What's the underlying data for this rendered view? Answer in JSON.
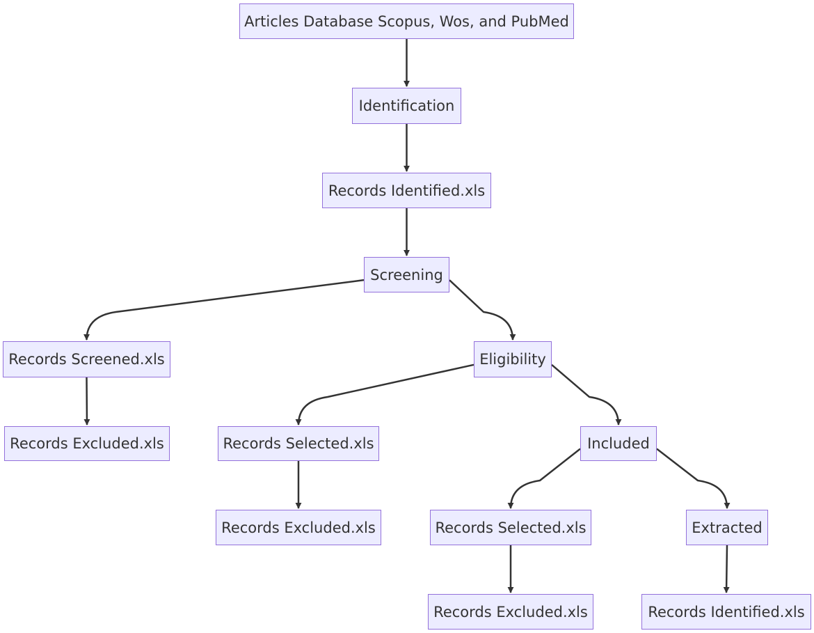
{
  "colors": {
    "node_fill": "#ececff",
    "node_border": "#9370db",
    "text": "#333333",
    "edge": "#333333"
  },
  "nodes": {
    "articles": "Articles Database Scopus, Wos, and PubMed",
    "identification": "Identification",
    "records_identified_1": "Records Identified.xls",
    "screening": "Screening",
    "records_screened": "Records Screened.xls",
    "eligibility": "Eligibility",
    "records_excluded_1": "Records Excluded.xls",
    "records_selected_1": "Records Selected.xls",
    "included": "Included",
    "records_excluded_2": "Records Excluded.xls",
    "records_selected_2": "Records Selected.xls",
    "extracted": "Extracted",
    "records_excluded_3": "Records Excluded.xls",
    "records_identified_2": "Records Identified.xls"
  },
  "edges": [
    {
      "from": "articles",
      "to": "identification"
    },
    {
      "from": "identification",
      "to": "records_identified_1"
    },
    {
      "from": "records_identified_1",
      "to": "screening"
    },
    {
      "from": "screening",
      "to": "records_screened"
    },
    {
      "from": "screening",
      "to": "eligibility"
    },
    {
      "from": "records_screened",
      "to": "records_excluded_1"
    },
    {
      "from": "eligibility",
      "to": "records_selected_1"
    },
    {
      "from": "eligibility",
      "to": "included"
    },
    {
      "from": "records_selected_1",
      "to": "records_excluded_2"
    },
    {
      "from": "included",
      "to": "records_selected_2"
    },
    {
      "from": "included",
      "to": "extracted"
    },
    {
      "from": "records_selected_2",
      "to": "records_excluded_3"
    },
    {
      "from": "extracted",
      "to": "records_identified_2"
    }
  ]
}
